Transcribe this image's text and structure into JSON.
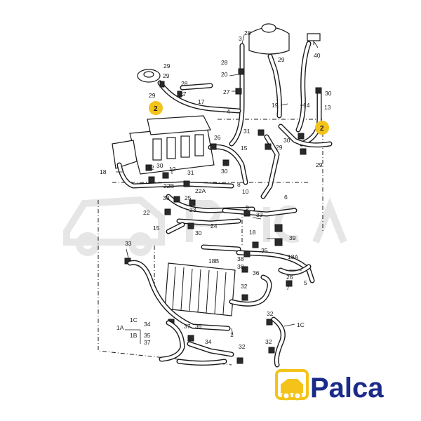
{
  "diagram": {
    "part_labels": [
      {
        "id": "p28a",
        "text": "28"
      },
      {
        "id": "p3",
        "text": "3"
      },
      {
        "id": "p40",
        "text": "40"
      },
      {
        "id": "p29a",
        "text": "29"
      },
      {
        "id": "p28b",
        "text": "28"
      },
      {
        "id": "p29b",
        "text": "29"
      },
      {
        "id": "p20",
        "text": "20"
      },
      {
        "id": "p29c",
        "text": "29"
      },
      {
        "id": "p28c",
        "text": "28"
      },
      {
        "id": "p27a",
        "text": "27"
      },
      {
        "id": "p27b",
        "text": "27"
      },
      {
        "id": "p29d",
        "text": "29"
      },
      {
        "id": "p17",
        "text": "17"
      },
      {
        "id": "p4",
        "text": "4"
      },
      {
        "id": "p19",
        "text": "19"
      },
      {
        "id": "p14",
        "text": "14"
      },
      {
        "id": "p13",
        "text": "13"
      },
      {
        "id": "p30a",
        "text": "30"
      },
      {
        "id": "p26a",
        "text": "26"
      },
      {
        "id": "p31a",
        "text": "31"
      },
      {
        "id": "p30b",
        "text": "30"
      },
      {
        "id": "p15a",
        "text": "15"
      },
      {
        "id": "p29e",
        "text": "29"
      },
      {
        "id": "p30c",
        "text": "30"
      },
      {
        "id": "p29f",
        "text": "29"
      },
      {
        "id": "p18a",
        "text": "18"
      },
      {
        "id": "p32a",
        "text": "32"
      },
      {
        "id": "p12",
        "text": "12"
      },
      {
        "id": "p31b",
        "text": "31"
      },
      {
        "id": "p30d",
        "text": "30"
      },
      {
        "id": "p10",
        "text": "10"
      },
      {
        "id": "p22b",
        "text": "22B"
      },
      {
        "id": "p22a",
        "text": "22A"
      },
      {
        "id": "p8",
        "text": "8"
      },
      {
        "id": "p30e",
        "text": "30"
      },
      {
        "id": "p25",
        "text": "25"
      },
      {
        "id": "p23",
        "text": "23"
      },
      {
        "id": "p9",
        "text": "9"
      },
      {
        "id": "p6",
        "text": "6"
      },
      {
        "id": "p32b",
        "text": "32"
      },
      {
        "id": "p22",
        "text": "22"
      },
      {
        "id": "p15b",
        "text": "15"
      },
      {
        "id": "p30f",
        "text": "30"
      },
      {
        "id": "p24",
        "text": "24"
      },
      {
        "id": "p18",
        "text": "18"
      },
      {
        "id": "p39",
        "text": "39"
      },
      {
        "id": "p33",
        "text": "33"
      },
      {
        "id": "p35",
        "text": "35"
      },
      {
        "id": "p18b",
        "text": "18B"
      },
      {
        "id": "p38a",
        "text": "38"
      },
      {
        "id": "p18aa",
        "text": "18A"
      },
      {
        "id": "p38b",
        "text": "38"
      },
      {
        "id": "p36",
        "text": "36"
      },
      {
        "id": "p26b",
        "text": "26"
      },
      {
        "id": "p5",
        "text": "5"
      },
      {
        "id": "p32c",
        "text": "32"
      },
      {
        "id": "p7",
        "text": "7"
      },
      {
        "id": "p1c1",
        "text": "1C"
      },
      {
        "id": "p1a",
        "text": "1A"
      },
      {
        "id": "p34a",
        "text": "34"
      },
      {
        "id": "p37a",
        "text": "37"
      },
      {
        "id": "p35b",
        "text": "35"
      },
      {
        "id": "p32d",
        "text": "32"
      },
      {
        "id": "p1c2",
        "text": "1C"
      },
      {
        "id": "p1b",
        "text": "1B"
      },
      {
        "id": "p35c",
        "text": "35"
      },
      {
        "id": "p37b",
        "text": "37"
      },
      {
        "id": "p34b",
        "text": "34"
      },
      {
        "id": "p1",
        "text": "1"
      },
      {
        "id": "p32e",
        "text": "32"
      },
      {
        "id": "p32f",
        "text": "32"
      },
      {
        "id": "p2a",
        "text": "2"
      },
      {
        "id": "p2b",
        "text": "2"
      }
    ]
  },
  "brand": {
    "name": "Palca",
    "color": "#1a2b8a",
    "accent_color": "#f3c31a"
  }
}
